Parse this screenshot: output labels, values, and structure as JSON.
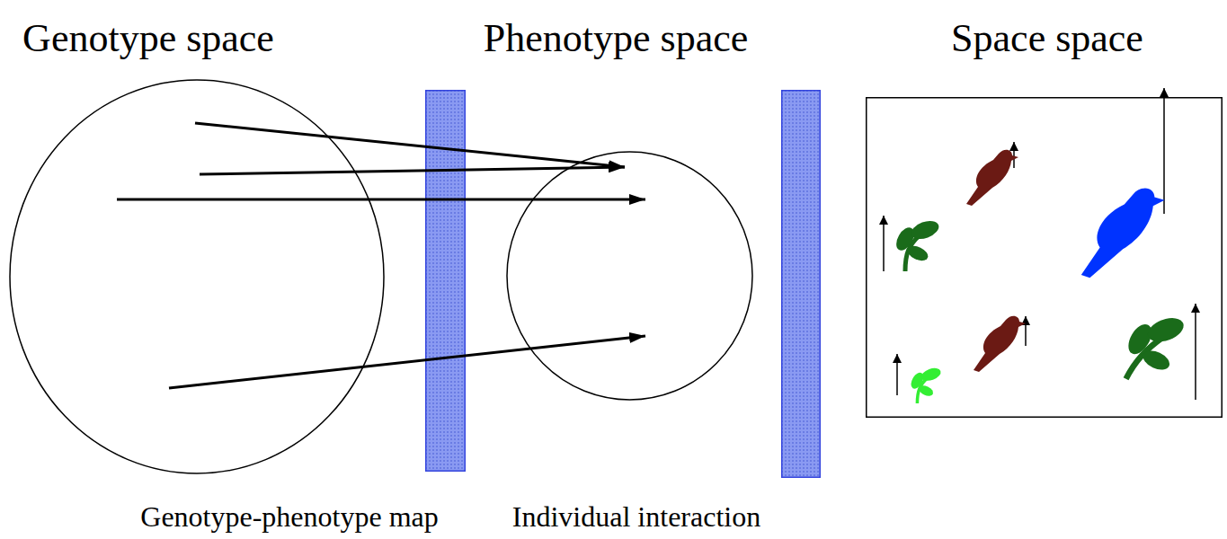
{
  "diagram": {
    "nodes": [
      {
        "text": [
          "Genotype space"
        ]
      },
      {
        "text": [
          "Genotype-phenotype map"
        ]
      },
      {
        "text": [
          "Phenotype space"
        ]
      },
      {
        "text": [
          "Individual interaction"
        ]
      },
      {
        "text": [
          "Space space"
        ]
      }
    ],
    "edges": [
      {
        "from": 0,
        "to": 2,
        "arrow": "to"
      },
      {
        "from": 0,
        "to": 2,
        "arrow": "to"
      },
      {
        "from": 0,
        "to": 2,
        "arrow": "to"
      },
      {
        "from": 0,
        "to": 2,
        "arrow": "to"
      }
    ]
  }
}
